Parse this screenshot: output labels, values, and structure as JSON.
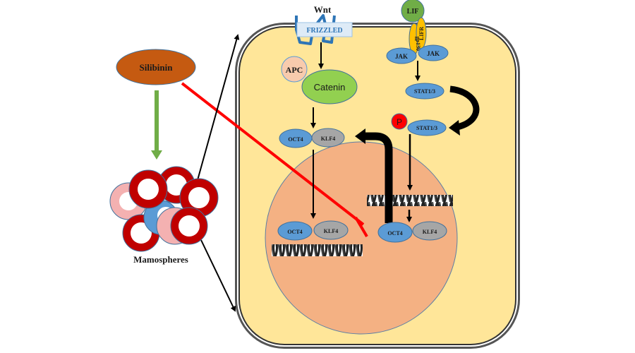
{
  "diagram": {
    "drug": {
      "label": "Silibinin",
      "color": "#c55a11"
    },
    "spheres": {
      "label": "Mamospheres"
    },
    "wnt_pathway": {
      "ligand": "Wnt",
      "receptor": "FRIZZLED",
      "apc": "APC",
      "catenin": "Catenin"
    },
    "lif_pathway": {
      "ligand": "LIF",
      "gp130": "gp130",
      "lifr": "LIFR",
      "jak_left": "JAK",
      "jak_right": "JAK",
      "stat_top": "STAT1/3",
      "stat_bottom": "STAT1/3",
      "phospho": "P"
    },
    "cytoplasm_factors": {
      "oct4": "OCT4",
      "klf4": "KLF4"
    },
    "nucleus_left": {
      "oct4": "OCT4",
      "klf4": "KLF4"
    },
    "nucleus_right": {
      "oct4": "OCT4",
      "klf4": "KLF4"
    },
    "colors": {
      "cell": "#ffe699",
      "nucleus": "#f4b183",
      "protein_blue": "#5b9bd5",
      "protein_grey": "#a6a6a6",
      "catenin": "#92d050",
      "apc": "#f8cbad",
      "lif": "#70ad47",
      "receptor_yellow": "#ffc000",
      "inhibition": "#ff0000",
      "activation": "#70ad47",
      "sphere_red": "#c00000",
      "sphere_pink": "#f4b1b1"
    }
  }
}
